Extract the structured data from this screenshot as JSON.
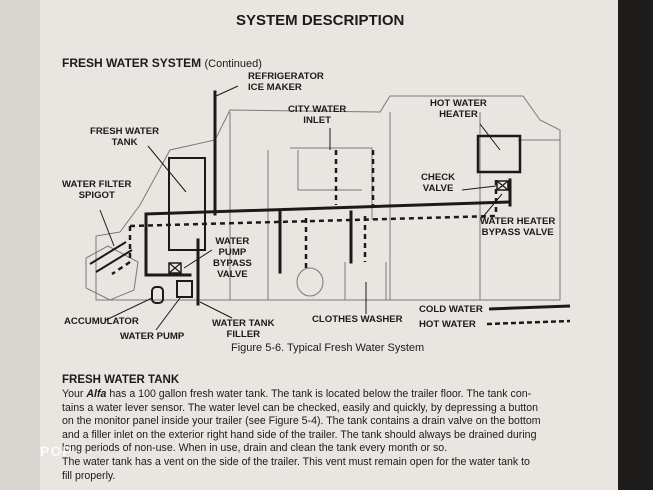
{
  "header": {
    "title": "SYSTEM DESCRIPTION",
    "section": "FRESH WATER SYSTEM",
    "section_note": "(Continued)"
  },
  "diagram": {
    "labels": {
      "refrigerator": [
        "REFRIGERATOR",
        "ICE MAKER"
      ],
      "city_water": [
        "CITY WATER",
        "INLET"
      ],
      "hot_water_heater": [
        "HOT WATER",
        "HEATER"
      ],
      "fresh_water_tank": [
        "FRESH WATER",
        "TANK"
      ],
      "water_filter": [
        "WATER FILTER",
        "SPIGOT"
      ],
      "check_valve": [
        "CHECK",
        "VALVE"
      ],
      "bypass_valve": [
        "WATER HEATER",
        "BYPASS VALVE"
      ],
      "pump_bypass": [
        "WATER",
        "PUMP",
        "BYPASS",
        "VALVE"
      ],
      "accumulator": "ACCUMULATOR",
      "water_pump": "WATER PUMP",
      "tank_filler": [
        "WATER TANK",
        "FILLER"
      ],
      "clothes_washer": "CLOTHES WASHER"
    },
    "legend": {
      "cold": "COLD WATER",
      "hot": "HOT WATER"
    },
    "caption": "Figure 5-6.  Typical Fresh Water System"
  },
  "body": {
    "heading": "FRESH WATER TANK",
    "paragraph1_lines": [
      [
        "Your ",
        "Alfa",
        " has a 100 gallon fresh water tank.  The tank is located below the trailer floor.  The tank con-"
      ],
      [
        "tains a water lever sensor.  The water level can be checked, easily and quickly, by depressing a button",
        "",
        ""
      ],
      [
        "on the monitor panel inside your trailer (see Figure 5-4). The tank contains a drain valve on the bottom",
        "",
        ""
      ],
      [
        "and a filler inlet on the exterior right hand side of the trailer.  The tank should always be drained during",
        "",
        ""
      ],
      [
        "long periods of non-use.  When in use, drain and clean the tank every month or so.",
        "",
        ""
      ]
    ],
    "paragraph2_lines": [
      "The water tank has a vent on the side of the trailer.  This vent must remain open for the water tank to",
      "fill properly."
    ]
  },
  "watermark": "POP"
}
